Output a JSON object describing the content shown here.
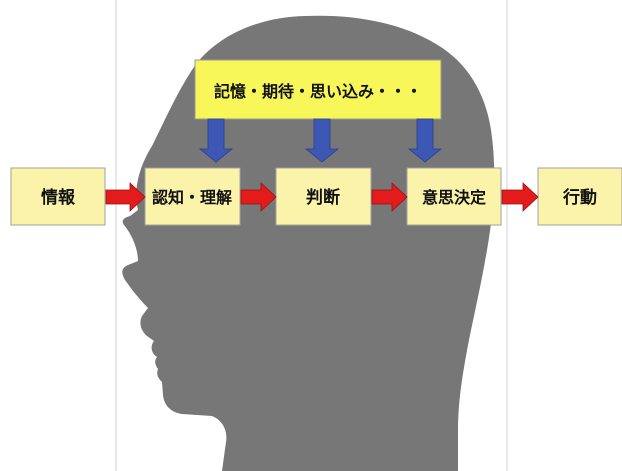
{
  "diagram": {
    "top_box_label": "記憶・期待・思い込み・・・",
    "boxes": [
      {
        "id": "info",
        "label": "情報"
      },
      {
        "id": "recognition",
        "label": "認知・理解"
      },
      {
        "id": "judgment",
        "label": "判断"
      },
      {
        "id": "decision",
        "label": "意思決定"
      },
      {
        "id": "action",
        "label": "行動"
      }
    ],
    "colors": {
      "box_fill": "#fbf3a9",
      "box_border": "#a0a0a0",
      "top_box_fill": "#f7f75a",
      "head_silhouette": "#777777",
      "red_arrow": "#e41b1b",
      "blue_arrow": "#3d57b5",
      "divider_line": "#d8d8d8"
    }
  }
}
